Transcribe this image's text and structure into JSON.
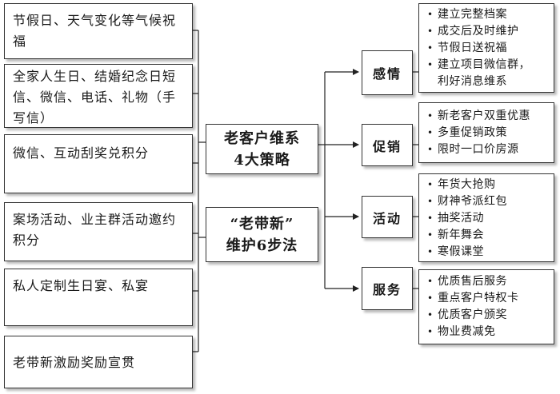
{
  "center": {
    "top_title": [
      "老客户维系",
      "4大策略"
    ],
    "bottom_title": [
      "“老带新”",
      "维护6步法"
    ]
  },
  "left_items": [
    "节假日、天气变化等气候祝福",
    "全家人生日、结婚纪念日短信、微信、电话、礼物（手写信）",
    "微信、互动刮奖兑积分",
    "案场活动、业主群活动邀约积分",
    "私人定制生日宴、私宴",
    "老带新激励奖励宣贯"
  ],
  "categories": [
    {
      "label": "感情",
      "items": [
        "建立完整档案",
        "成交后及时维护",
        "节假日送祝福",
        "建立项目微信群，",
        "利好消息维系"
      ]
    },
    {
      "label": "促销",
      "items": [
        "新老客户双重优惠",
        "多重促销政策",
        "限时一口价房源"
      ]
    },
    {
      "label": "活动",
      "items": [
        "年货大抢购",
        "财神爷派红包",
        "抽奖活动",
        "新年舞会",
        "寒假课堂"
      ]
    },
    {
      "label": "服务",
      "items": [
        "优质售后服务",
        "重点客户特权卡",
        "优质客户颁奖",
        "物业费减免"
      ]
    }
  ],
  "bullets": [
    "•",
    "•",
    "•",
    "•",
    ""
  ],
  "bullet_symbol": "•"
}
